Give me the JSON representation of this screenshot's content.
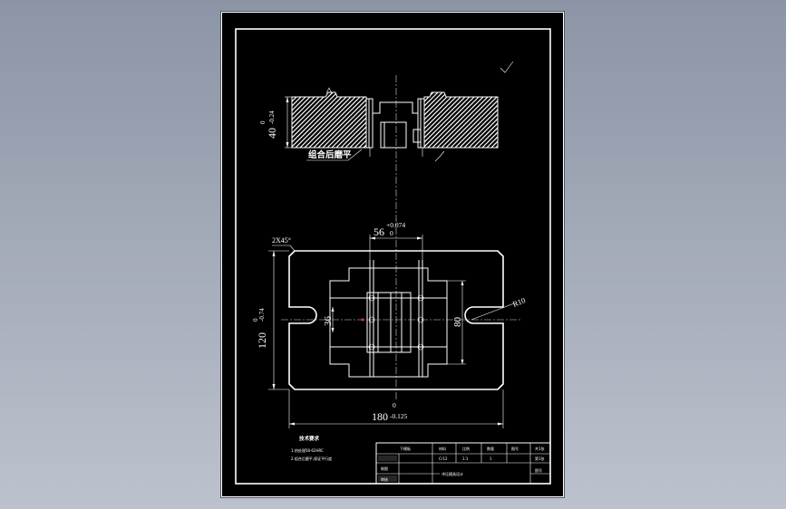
{
  "dimensions": {
    "top_height": "40",
    "top_height_tol_upper": "0",
    "top_height_tol_lower": "-0.24",
    "slot_width": "56",
    "slot_width_tol_upper": "+0.074",
    "slot_width_tol_lower": "0",
    "chamfer": "2X45°",
    "height": "120",
    "height_tol_upper": "0",
    "height_tol_lower": "-0.74",
    "inner_36": "36",
    "inner_80": "80",
    "radius": "R10",
    "length": "180",
    "length_tol_upper": "0",
    "length_tol_lower": "-0.125"
  },
  "annotations": {
    "grind_note": "组合后磨平"
  },
  "requirements": {
    "title": "技术要求",
    "line1": "1.热处理58-62HRC",
    "line2": "2.组合后磨平,保证平行度"
  },
  "title_block": {
    "r1c1": "下模板",
    "r1c2": "材料",
    "r1c3": "比例",
    "r1c4": "数量",
    "r1c5": "图号",
    "r1c6": "共1张",
    "r2c2": "Cr12",
    "r2c3": "1:1",
    "r2c4": "1",
    "r2c6": "第1张",
    "r3c1": "制图",
    "r3c2": "审核",
    "r3c3": "冲压模具设计",
    "r3c6": "图号"
  },
  "colors": {
    "background": "#9aa2b2",
    "sheet": "#000000",
    "lines": "#ffffff",
    "center_mark": "#ff3030"
  }
}
